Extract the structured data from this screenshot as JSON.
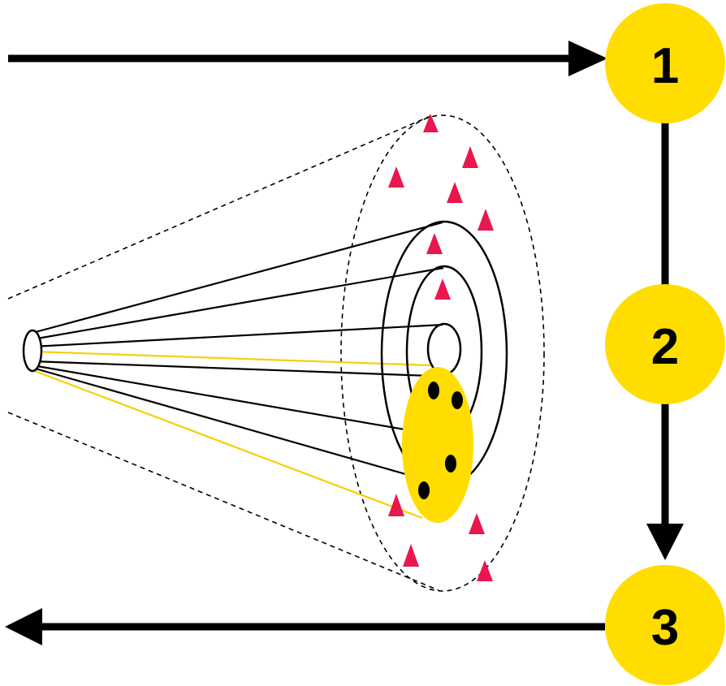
{
  "steps": [
    {
      "label": "1"
    },
    {
      "label": "2"
    },
    {
      "label": "3"
    }
  ],
  "colors": {
    "step_fill": "#FFDD00",
    "target_fill": "#FFDD00",
    "ray_highlight": "#F5D000",
    "marker_fill": "#E8174D",
    "arrow": "#000000",
    "outline": "#000000",
    "dot": "#000000"
  },
  "icons": {
    "marker": "triangle-marker-icon",
    "dot": "black-dot-icon"
  }
}
